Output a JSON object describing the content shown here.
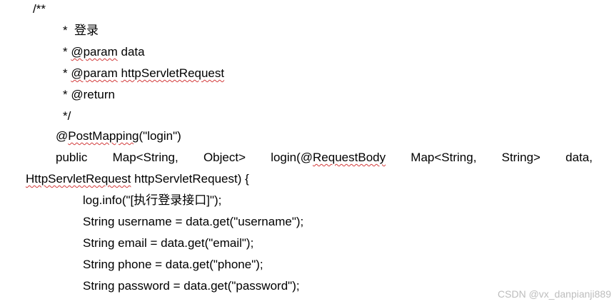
{
  "code": {
    "comment_open": "/**",
    "comment_title": "*  登录",
    "param1_star": "* ",
    "param_tag": "@param",
    "param1_name": " data",
    "param2_star": "* ",
    "param2_tag": "@param",
    "param2_name_word": "httpServletRequest",
    "return_line": "* @return",
    "comment_close": "*/",
    "annotation_at": "@",
    "annotation_name": "PostMapping",
    "annotation_args": "(\"login\")",
    "sig_tokens": [
      "public",
      "Map<String,",
      "Object>",
      "login(@",
      "Map<String,",
      "String>",
      "data,"
    ],
    "sig_requestbody": "RequestBody",
    "sig2_class": "HttpServletRequest",
    "sig2_rest": " httpServletRequest) {",
    "body": [
      "log.info(\"[执行登录接口]\");",
      "String username = data.get(\"username\");",
      "String email = data.get(\"email\");",
      "String phone = data.get(\"phone\");",
      "String password = data.get(\"password\");"
    ]
  },
  "watermark": "CSDN @vx_danpianji889"
}
